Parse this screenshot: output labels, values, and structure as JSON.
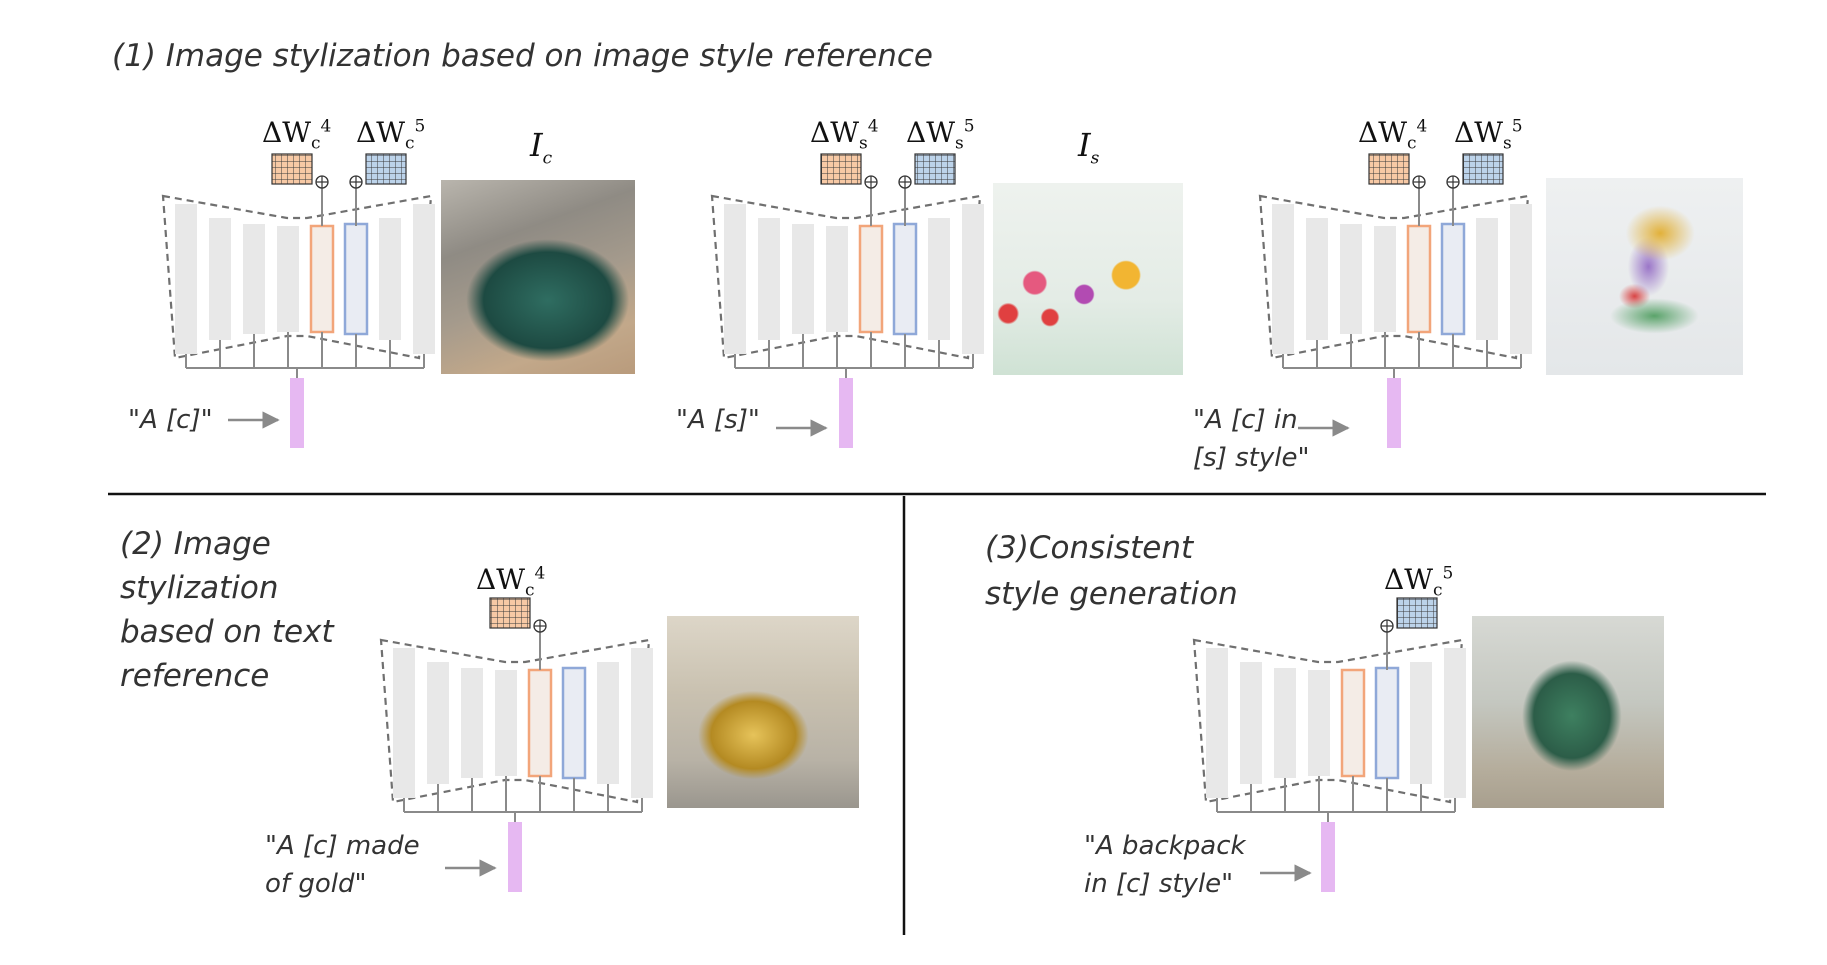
{
  "section1": {
    "title": "(1) Image stylization based on image style reference",
    "panel_content": {
      "label_a": "ΔW",
      "label_a_sub": "c",
      "label_a_sup": "4",
      "label_b": "ΔW",
      "label_b_sub": "c",
      "label_b_sup": "5",
      "image_label": "I",
      "image_label_sub": "c",
      "prompt": "\"A [c]\""
    },
    "panel_style": {
      "label_a": "ΔW",
      "label_a_sub": "s",
      "label_a_sup": "4",
      "label_b": "ΔW",
      "label_b_sub": "s",
      "label_b_sup": "5",
      "image_label": "I",
      "image_label_sub": "s",
      "prompt": "\"A [s]\""
    },
    "panel_combined": {
      "label_a": "ΔW",
      "label_a_sub": "c",
      "label_a_sup": "4",
      "label_b": "ΔW",
      "label_b_sub": "s",
      "label_b_sup": "5",
      "prompt_line1": "\"A [c] in",
      "prompt_line2": "[s] style\""
    }
  },
  "section2": {
    "title_lines": [
      "(2) Image",
      "stylization",
      "based on text",
      "reference"
    ],
    "label": "ΔW",
    "label_sub": "c",
    "label_sup": "4",
    "prompt_line1": "\"A [c] made",
    "prompt_line2": "of gold\""
  },
  "section3": {
    "title_lines": [
      "(3)Consistent",
      "style generation"
    ],
    "label": "ΔW",
    "label_sub": "c",
    "label_sup": "5",
    "prompt_line1": "\"A backpack",
    "prompt_line2": "in [c] style\""
  },
  "colors": {
    "orange_block": "#f2a57a",
    "blue_block": "#8fa8d8",
    "orange_grid": "#f7c9a5",
    "blue_grid": "#bcd3ea",
    "text_bar": "#e6b8f2",
    "layer_fill": "#e8e8e8",
    "dashed": "#707070"
  }
}
